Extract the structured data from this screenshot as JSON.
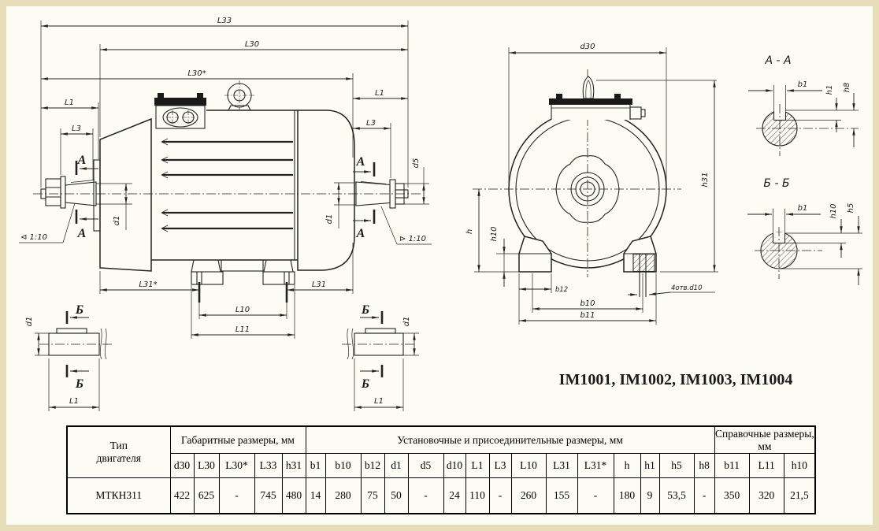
{
  "labels": {
    "L33": "L33",
    "L30": "L30",
    "L30_star": "L30*",
    "L1": "L1",
    "L3": "L3",
    "section_A": "А",
    "section_B": "Б",
    "d1": "d1",
    "d5": "d5",
    "taper_left": "⊲ 1:10",
    "taper_right": "⊳ 1:10",
    "L31": "L31",
    "L31_star": "L31*",
    "L10": "L10",
    "L11": "L11",
    "d30": "d30",
    "h31": "h31",
    "h": "h",
    "h10": "h10",
    "b10": "b10",
    "b11": "b11",
    "b12": "b12",
    "holes_note": "4отв.d10",
    "section_AA": "А - А",
    "section_BB": "Б - Б",
    "b1": "b1",
    "h1": "h1",
    "h8": "h8",
    "h5": "h5"
  },
  "mount_designations": "IM1001, IM1002, IM1003, IM1004",
  "table": {
    "type_header": "Тип\nдвигателя",
    "groups": [
      {
        "label": "Габаритные размеры, мм"
      },
      {
        "label": "Установочные и присоединительные размеры, мм"
      },
      {
        "label": "Справочные размеры, мм"
      }
    ],
    "columns": [
      "d30",
      "L30",
      "L30*",
      "L33",
      "h31",
      "b1",
      "b10",
      "b12",
      "d1",
      "d5",
      "d10",
      "L1",
      "L3",
      "L10",
      "L31",
      "L31*",
      "h",
      "h1",
      "h5",
      "h8",
      "b11",
      "L11",
      "h10"
    ],
    "row": {
      "type": "МТКН311",
      "values": [
        "422",
        "625",
        "-",
        "745",
        "480",
        "14",
        "280",
        "75",
        "50",
        "-",
        "24",
        "110",
        "-",
        "260",
        "155",
        "-",
        "180",
        "9",
        "53,5",
        "-",
        "350",
        "320",
        "21,5"
      ]
    }
  }
}
